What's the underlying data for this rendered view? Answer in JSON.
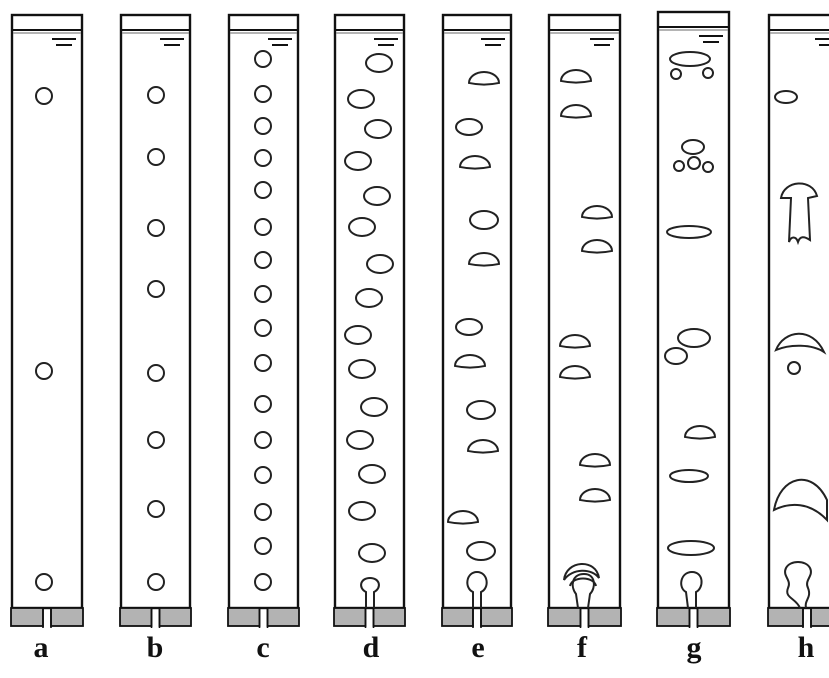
{
  "figure": {
    "panels": [
      {
        "label": "a",
        "regime": "isolated-spherical-bubbles"
      },
      {
        "label": "b",
        "regime": "spherical-bubbles"
      },
      {
        "label": "c",
        "regime": "bubble-chain"
      },
      {
        "label": "d",
        "regime": "ellipsoidal-bubbles-wobbling"
      },
      {
        "label": "e",
        "regime": "ellipsoidal-and-cap-bubbles"
      },
      {
        "label": "f",
        "regime": "spherical-cap-bubbles-paired"
      },
      {
        "label": "g",
        "regime": "flattened-and-coalescing-bubbles"
      },
      {
        "label": "h",
        "regime": "large-cap-and-skirted-bubbles"
      }
    ],
    "colors": {
      "wall": "#111111",
      "base": "#b3b3b3",
      "liquid_surface": "#888888",
      "bubble": "#222222"
    }
  }
}
